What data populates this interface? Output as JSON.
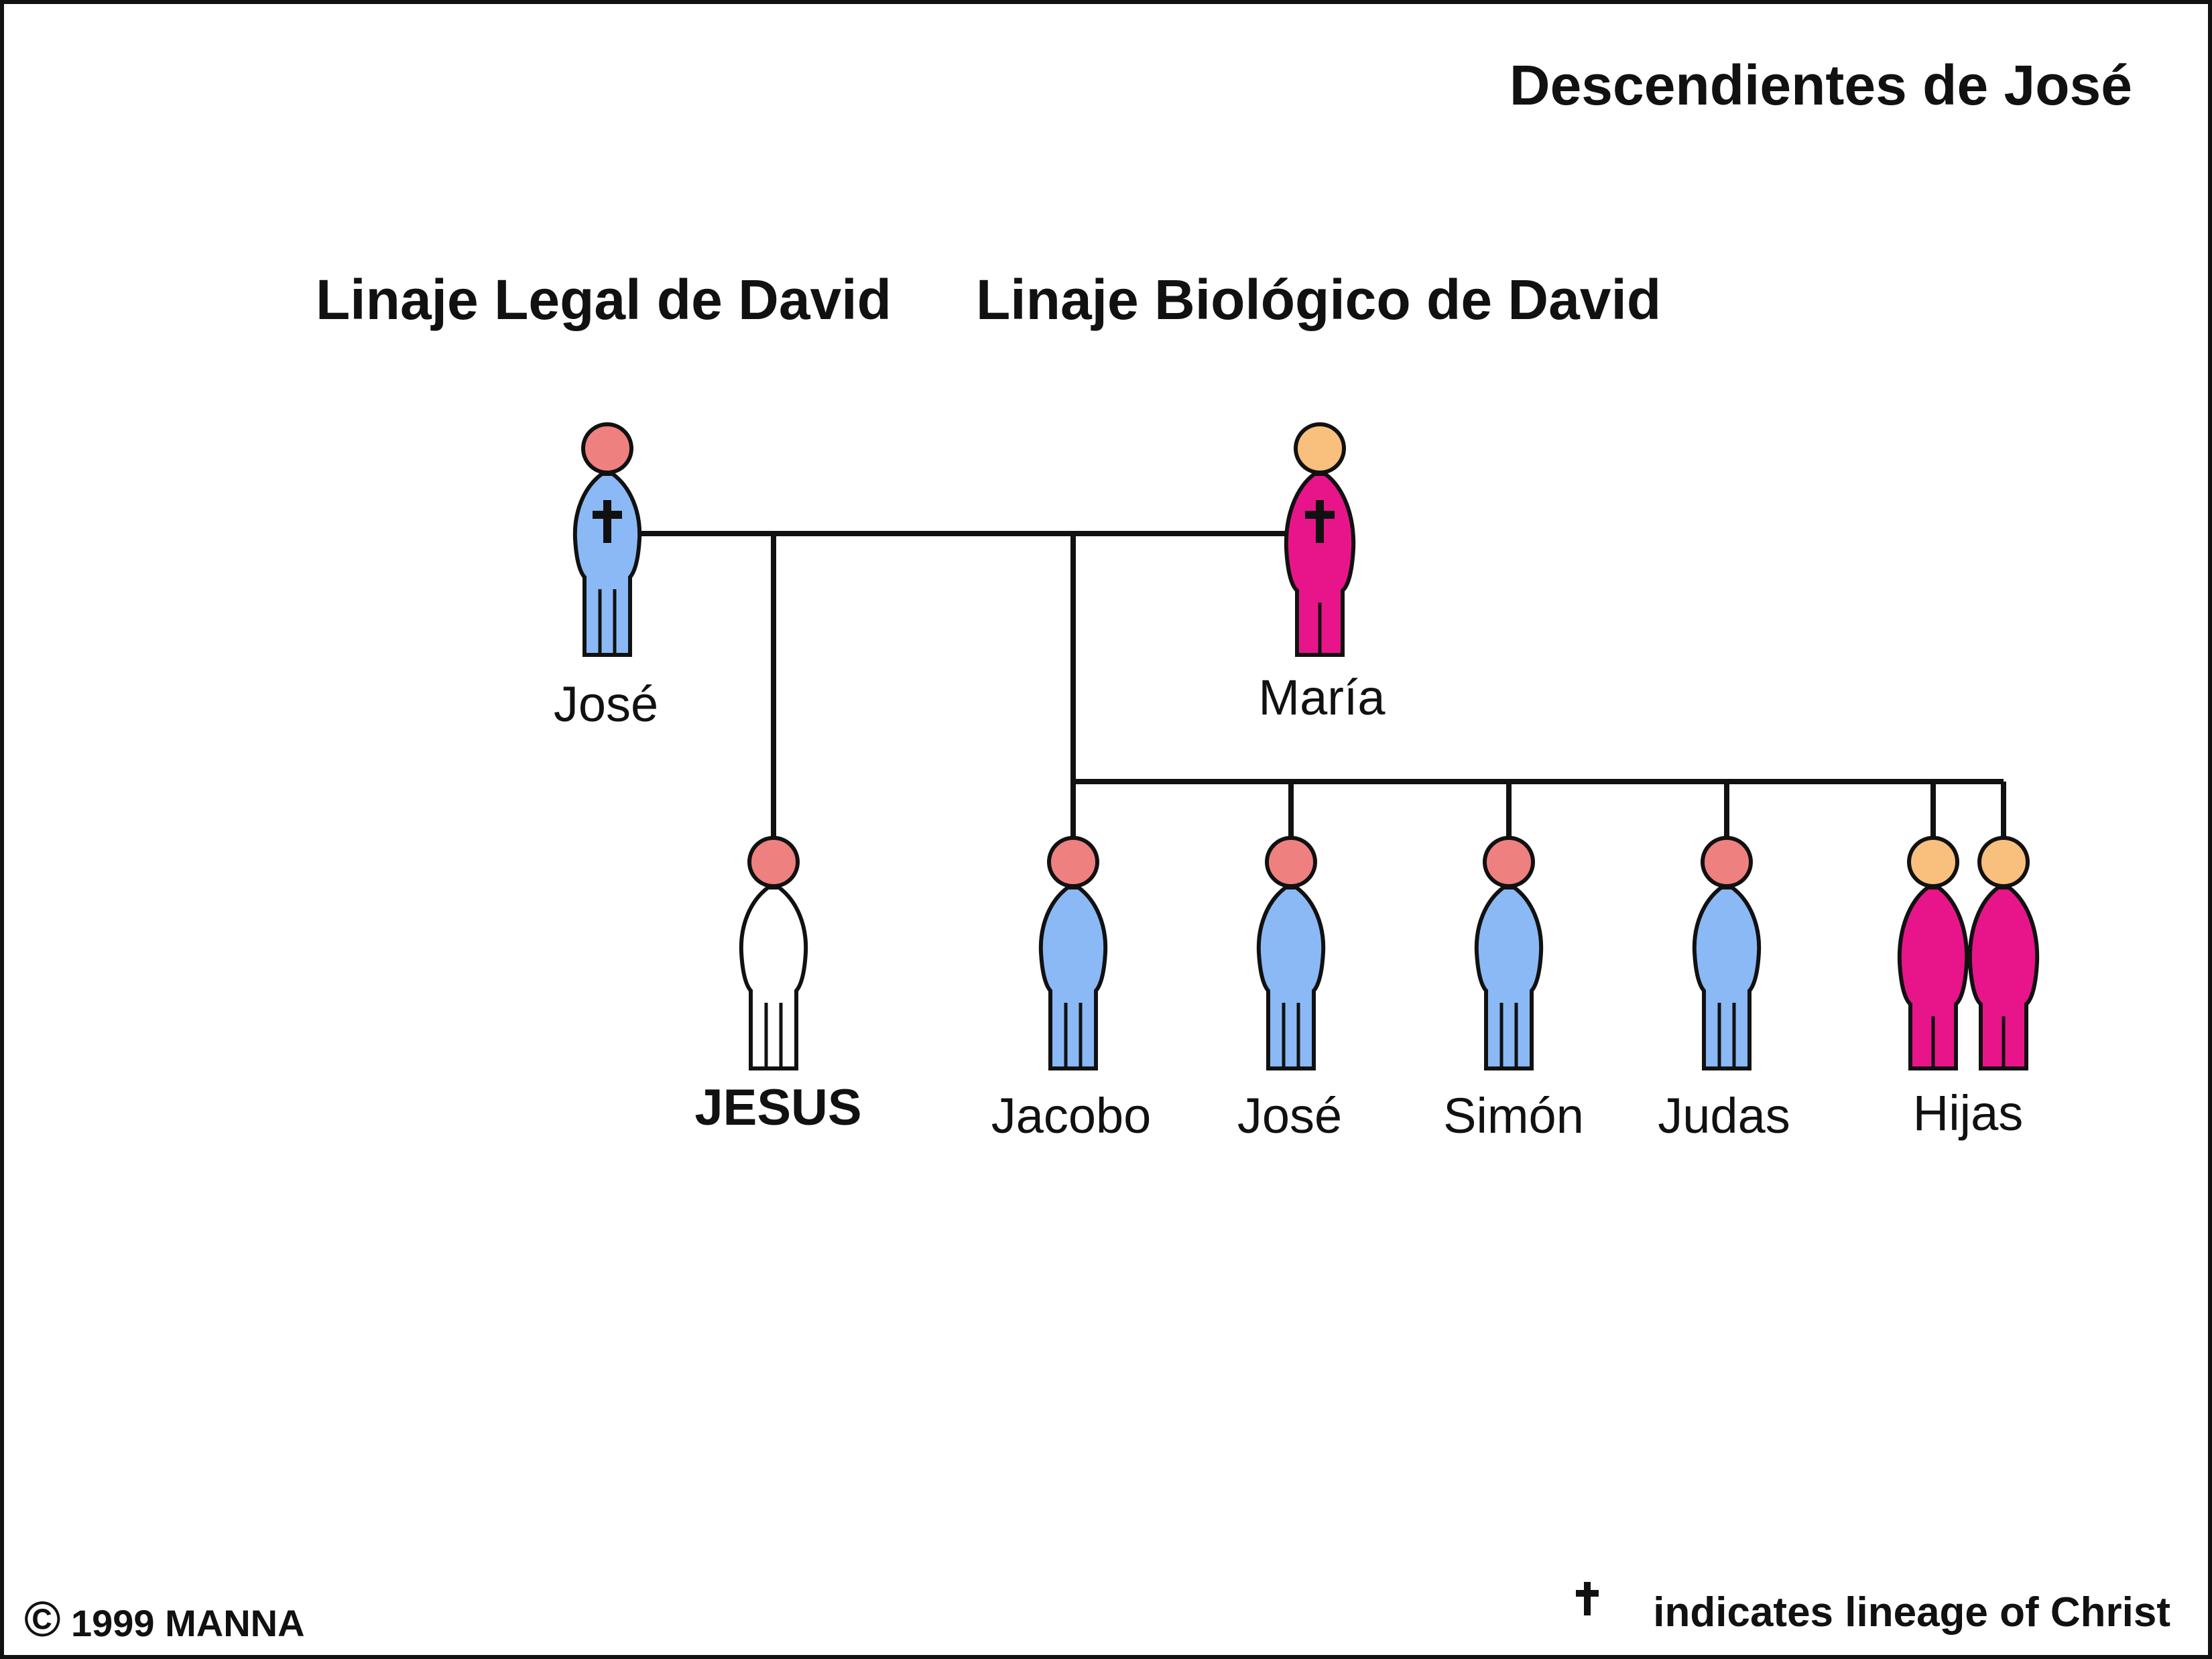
{
  "title": "Descendientes de José",
  "lineage_headers": {
    "legal": "Linaje Legal de David",
    "biological": "Linaje Biológico de David"
  },
  "parents": [
    {
      "id": "jose-father",
      "label": "José",
      "type": "male",
      "lineage_mark": true
    },
    {
      "id": "maria",
      "label": "María",
      "type": "female",
      "lineage_mark": true
    }
  ],
  "children": [
    {
      "id": "jesus",
      "label": "JESUS",
      "type": "male-white",
      "emphasis": true,
      "parent": "jose-father"
    },
    {
      "id": "jacobo",
      "label": "Jacobo",
      "type": "male",
      "parent": "couple"
    },
    {
      "id": "jose-son",
      "label": "José",
      "type": "male",
      "parent": "couple"
    },
    {
      "id": "simon",
      "label": "Simón",
      "type": "male",
      "parent": "couple"
    },
    {
      "id": "judas",
      "label": "Judas",
      "type": "male",
      "parent": "couple"
    },
    {
      "id": "hijas",
      "label": "Hijas",
      "type": "female-pair",
      "parent": "couple"
    }
  ],
  "colors": {
    "male_body": "#8ab9f5",
    "male_head": "#ef8080",
    "female_body": "#e8158a",
    "female_head": "#f8c07c",
    "white_body": "#ffffff",
    "outline": "#111111"
  },
  "legend": {
    "symbol": "cross-icon",
    "text": "indicates lineage of Christ"
  },
  "copyright": {
    "symbol": "©",
    "text": "1999 MANNA"
  }
}
